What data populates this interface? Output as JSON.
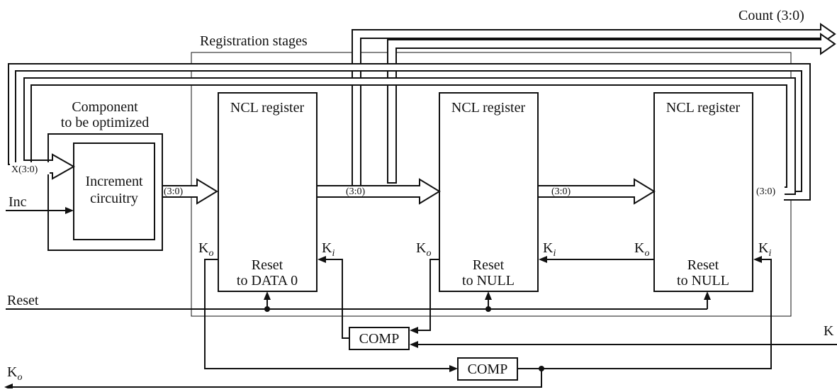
{
  "diagram": {
    "output_label": "Count (3:0)",
    "region_label": "Registration stages",
    "component": {
      "line1": "Component",
      "line2": "to be optimized"
    },
    "increment": {
      "line1": "Increment",
      "line2": "circuitry"
    },
    "x_input": "X(3:0)",
    "bus_label": "(3:0)",
    "inc_input": "Inc",
    "reset_input": "Reset",
    "k_input": "K",
    "k_output": "K",
    "k_output_sub": "o",
    "ko_label": "K",
    "ko_sub": "o",
    "ki_label": "K",
    "ki_sub": "i",
    "comp_label": "COMP",
    "registers": [
      {
        "title": "NCL register",
        "reset1": "Reset",
        "reset2": "to DATA 0"
      },
      {
        "title": "NCL register",
        "reset1": "Reset",
        "reset2": "to NULL"
      },
      {
        "title": "NCL register",
        "reset1": "Reset",
        "reset2": "to NULL"
      }
    ]
  }
}
